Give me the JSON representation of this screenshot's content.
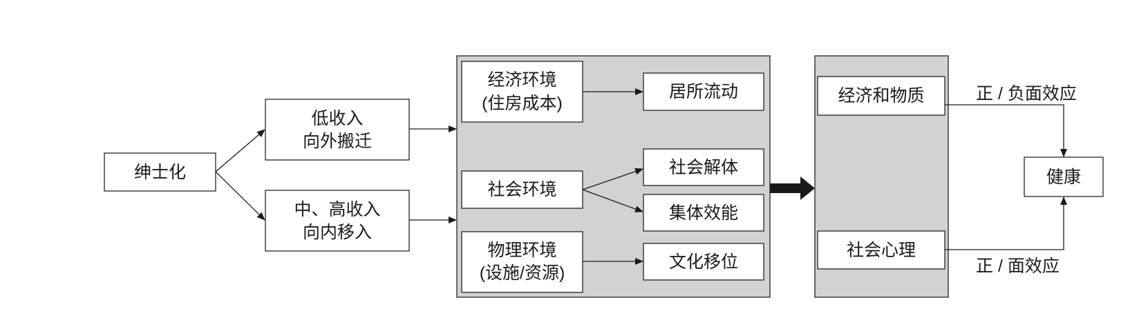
{
  "nodes": {
    "gentrification": "绅士化",
    "low_income": [
      "低收入",
      "向外搬迁"
    ],
    "mid_high_income": [
      "中、高收入",
      "向内移入"
    ],
    "economic_env": [
      "经济环境",
      "(住房成本)"
    ],
    "residential_mobility": "居所流动",
    "social_env": "社会环境",
    "social_disorganization": "社会解体",
    "collective_efficacy": "集体效能",
    "physical_env": [
      "物理环境",
      "(设施/资源)"
    ],
    "cultural_displacement": "文化移位",
    "economic_material": "经济和物质",
    "social_psychological": "社会心理",
    "health": "健康"
  },
  "edge_labels": {
    "top": "正 / 负面效应",
    "bottom": "正 / 面效应"
  },
  "colors": {
    "panel_fill": "#d1d2d4",
    "stroke": "#222222"
  }
}
